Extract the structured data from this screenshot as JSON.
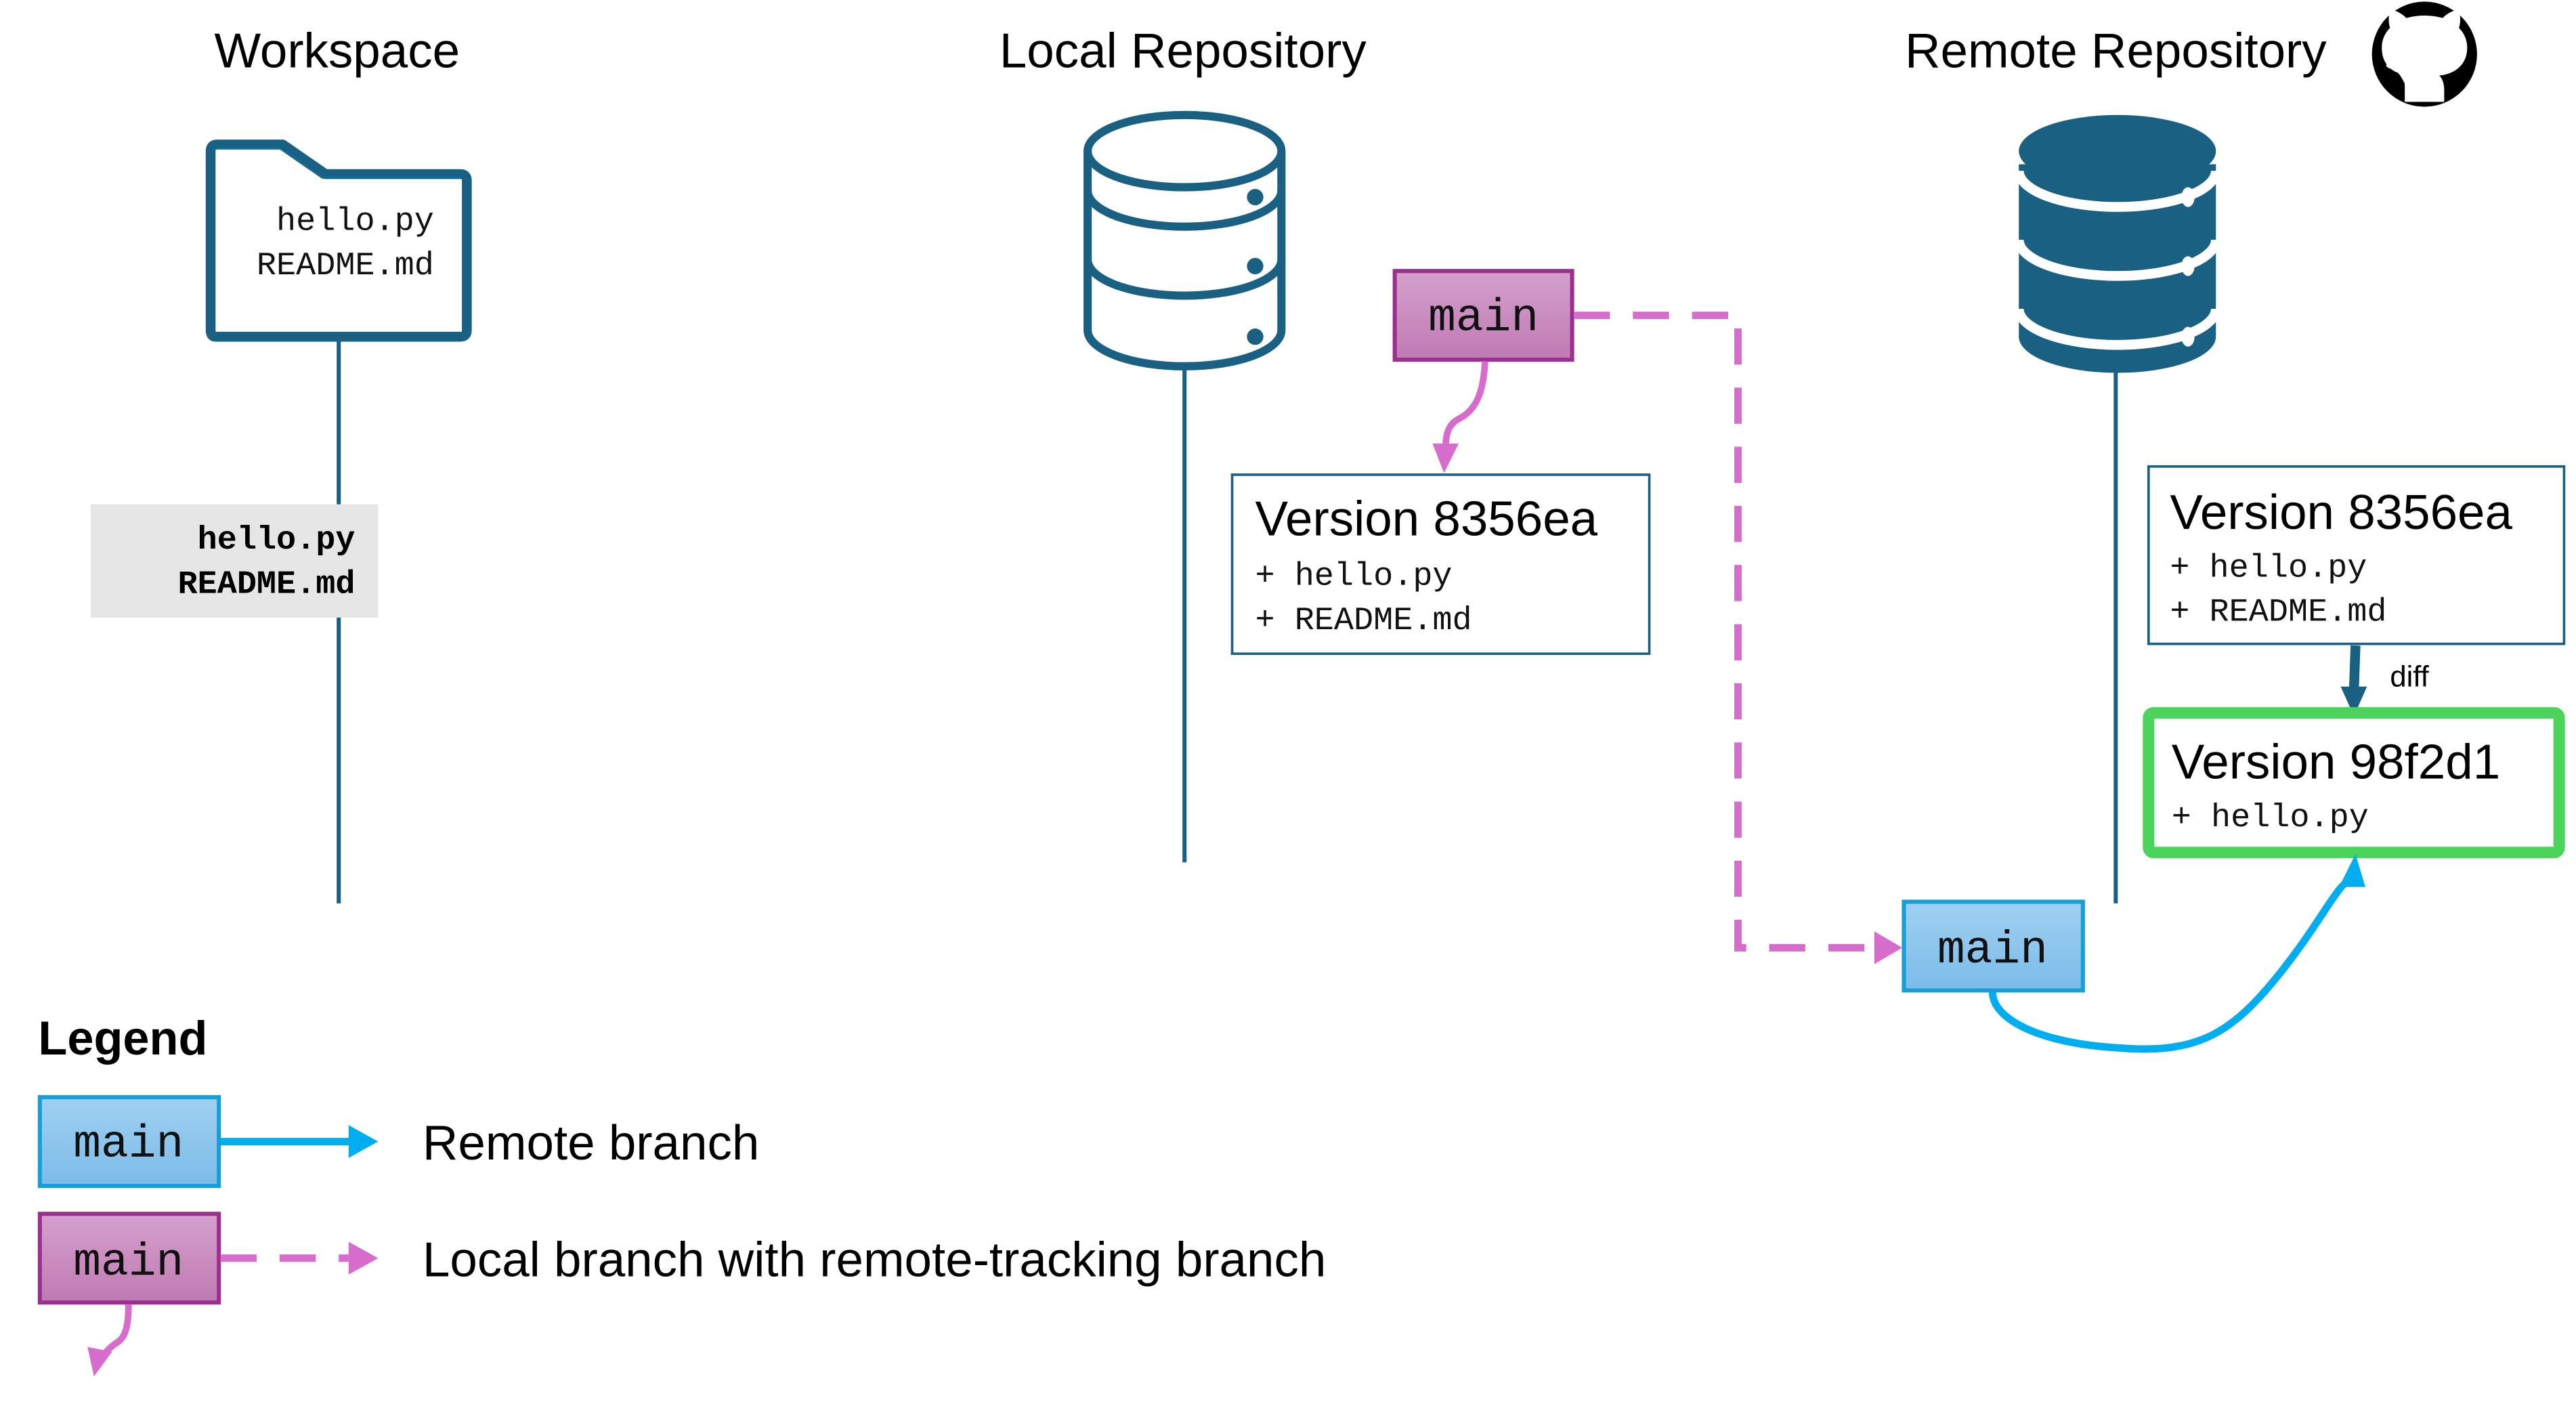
{
  "colors": {
    "primary": "#1a6082",
    "remote_branch": "#00aeef",
    "local_branch": "#d66ccb",
    "local_branch_fill_top": "#d4a0cc",
    "local_branch_fill_bottom": "#c07ab3",
    "local_branch_border": "#9b2f8f",
    "remote_branch_fill_top": "#a0d0f2",
    "remote_branch_fill_bottom": "#7bbbe8",
    "remote_branch_border": "#159fd6",
    "highlight": "#4cd35c",
    "staging_bg": "#e6e6e6"
  },
  "columns": {
    "workspace": {
      "title": "Workspace",
      "icon": "folder-icon",
      "folder_files": [
        "hello.py",
        "README.md"
      ],
      "staging_files": [
        "hello.py",
        "README.md"
      ]
    },
    "local": {
      "title": "Local Repository",
      "icon": "database-outline-icon",
      "branch_label": "main",
      "commit": {
        "title": "Version 8356ea",
        "files": [
          "+ hello.py",
          "+ README.md"
        ]
      }
    },
    "remote": {
      "title": "Remote Repository",
      "brand_icon": "github-icon",
      "icon": "database-filled-icon",
      "branch_label": "main",
      "commits": [
        {
          "title": "Version 8356ea",
          "files": [
            "+ hello.py",
            "+ README.md"
          ]
        },
        {
          "title": "Version 98f2d1",
          "files": [
            "+ hello.py"
          ],
          "highlighted": true
        }
      ],
      "diff_label": "diff"
    }
  },
  "legend": {
    "title": "Legend",
    "items": [
      {
        "branch_label": "main",
        "type": "remote",
        "text": "Remote branch"
      },
      {
        "branch_label": "main",
        "type": "local",
        "text": "Local branch with remote-tracking branch"
      }
    ]
  }
}
